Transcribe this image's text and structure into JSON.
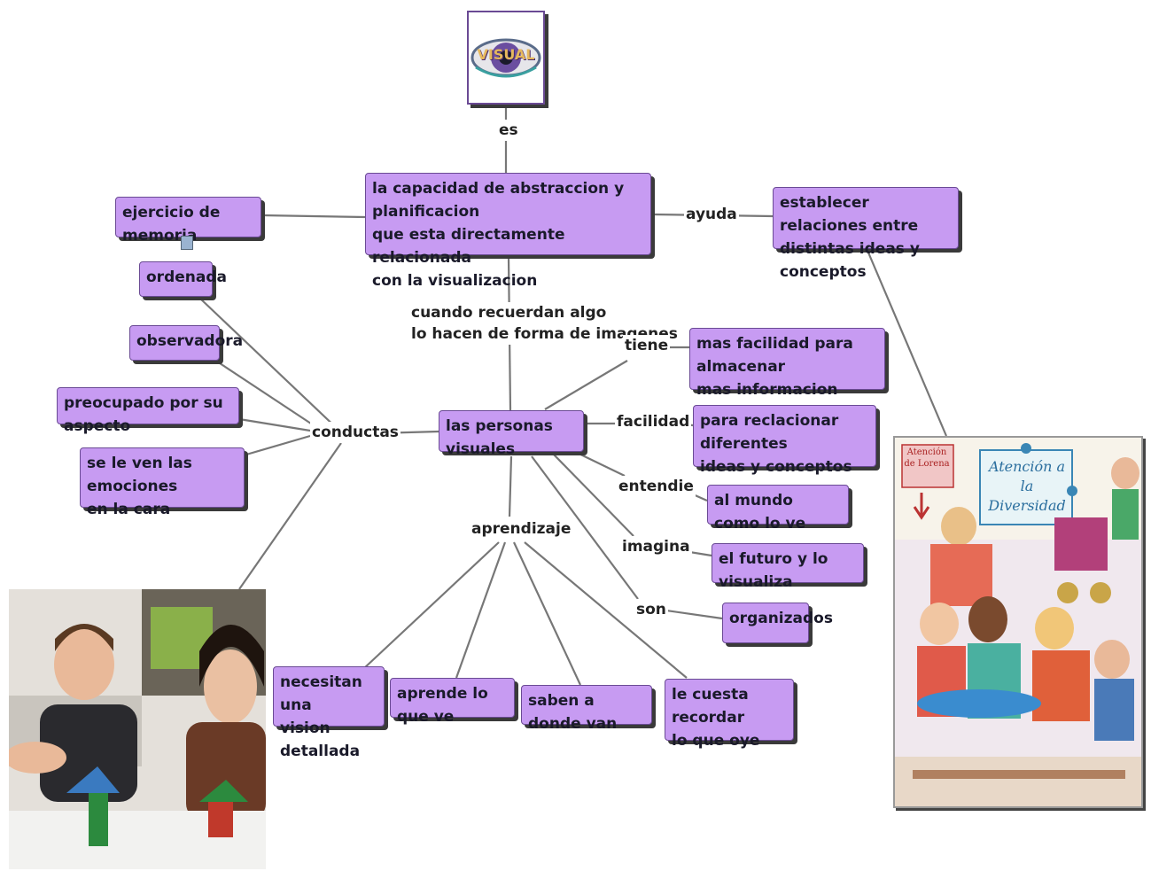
{
  "accent_color": "#c79bf2",
  "root": {
    "label": "VISUAL",
    "icon": "eye-icon"
  },
  "nodes": {
    "main": "la capacidad de abstraccion y planificacion\nque esta directamente relacionada\ncon la visualizacion",
    "memoria": "ejercicio de memoria",
    "relaciones": "establecer relaciones entre\ndistintas ideas y conceptos",
    "ordenada": "ordenada",
    "observadora": "observadora",
    "preocupado": "preocupado por su aspecto",
    "emociones": "se le ven las emociones\nen la cara",
    "personas": "las personas visuales",
    "facilidad_almacenar": "mas facilidad para almacenar\nmas informacion",
    "reclacionar": "para reclacionar diferentes\nideas y conceptos",
    "mundo": "al mundo como lo ve",
    "futuro": "el futuro y lo visualiza",
    "organizados": "organizados",
    "vision": "necesitan una\nvision detallada",
    "aprende": "aprende lo que ve",
    "saben": "saben a donde van",
    "cuesta": "le cuesta recordar\nlo que oye"
  },
  "links": {
    "es": "es",
    "ayuda": "ayuda",
    "cuando": "cuando recuerdan algo\nlo hacen de forma de imagenes",
    "conductas": "conductas",
    "tiene": "tiene",
    "facilidad": "facilidad",
    "entendie": "entendie",
    "imagina": "imagina",
    "son": "son",
    "aprendizaje": "aprendizaje"
  },
  "images": {
    "children_photo": "children-playing-photo",
    "poster_title": "Atención a la Diversidad",
    "poster_tag": "Atención de Lorena"
  }
}
